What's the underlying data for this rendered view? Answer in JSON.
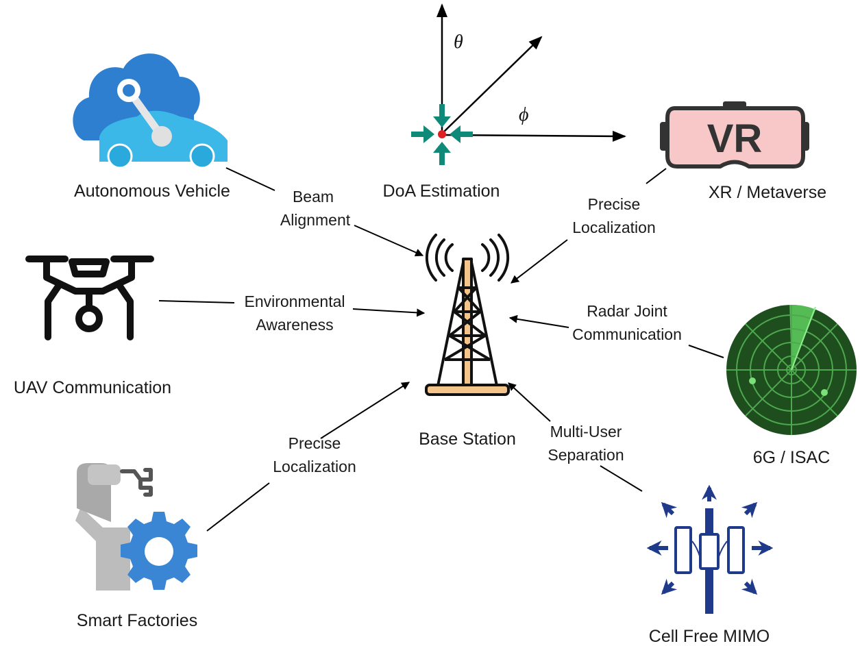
{
  "nodes": {
    "base_station": "Base Station",
    "autonomous_vehicle": "Autonomous Vehicle",
    "doa_estimation": "DoA Estimation",
    "xr_metaverse": "XR / Metaverse",
    "uav_communication": "UAV Communication",
    "isac": "6G / ISAC",
    "smart_factories": "Smart Factories",
    "cell_free_mimo": "Cell Free MIMO"
  },
  "edges": {
    "beam_alignment": [
      "Beam",
      "Alignment"
    ],
    "precise_localization_xr": [
      "Precise",
      "Localization"
    ],
    "environmental_awareness": [
      "Environmental",
      "Awareness"
    ],
    "radar_joint_communication": [
      "Radar Joint",
      "Communication"
    ],
    "precise_localization_factory": [
      "Precise",
      "Localization"
    ],
    "multi_user_separation": [
      "Multi-User",
      "Separation"
    ]
  },
  "doa_axes": {
    "theta": "θ",
    "phi": "ϕ"
  },
  "vr_text": "VR",
  "icons": {
    "autonomous_vehicle": "cloud-car-icon",
    "doa": "doa-axes-icon",
    "xr": "vr-headset-icon",
    "uav": "drone-icon",
    "base_station": "tower-antenna-icon",
    "isac": "radar-icon",
    "smart_factories": "robot-arm-gear-icon",
    "cell_free_mimo": "mimo-antenna-icon"
  },
  "colors": {
    "cloud": "#2f7fd0",
    "car": "#3bb7e8",
    "doa_arrows": "#0f8a78",
    "doa_origin": "#e02020",
    "vr_lens": "#f8c8c8",
    "radar": "#1e4e1e",
    "radar_line": "#6ad16a",
    "gear": "#3a86d4",
    "mimo": "#1f3a8a",
    "tower": "#f5c48a"
  }
}
